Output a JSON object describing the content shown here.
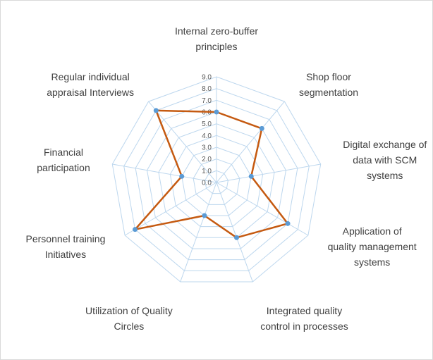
{
  "chart_data": {
    "type": "radar",
    "categories": [
      [
        "Internal zero-buffer",
        "principles"
      ],
      [
        "Shop floor",
        "segmentation"
      ],
      [
        "Digital exchange of",
        "data with SCM",
        "systems"
      ],
      [
        "Application of",
        "quality management",
        "systems"
      ],
      [
        "Integrated quality",
        "control in processes"
      ],
      [
        "Utilization of Quality",
        "Circles"
      ],
      [
        "Personnel training",
        "Initiatives"
      ],
      [
        "Financial",
        "participation"
      ],
      [
        "Regular individual",
        "appraisal Interviews"
      ]
    ],
    "series": [
      {
        "values": [
          6.0,
          6.0,
          3.0,
          7.0,
          5.0,
          3.0,
          8.0,
          3.0,
          8.0
        ]
      }
    ],
    "rlim": [
      0,
      9
    ],
    "ticks": [
      "0.0",
      "1.0",
      "2.0",
      "3.0",
      "4.0",
      "5.0",
      "6.0",
      "7.0",
      "8.0",
      "9.0"
    ],
    "grid": true,
    "colors": {
      "series": "#c55a11",
      "marker": "#5b9bd5",
      "grid": "#bdd7ee",
      "text": "#404040"
    }
  }
}
